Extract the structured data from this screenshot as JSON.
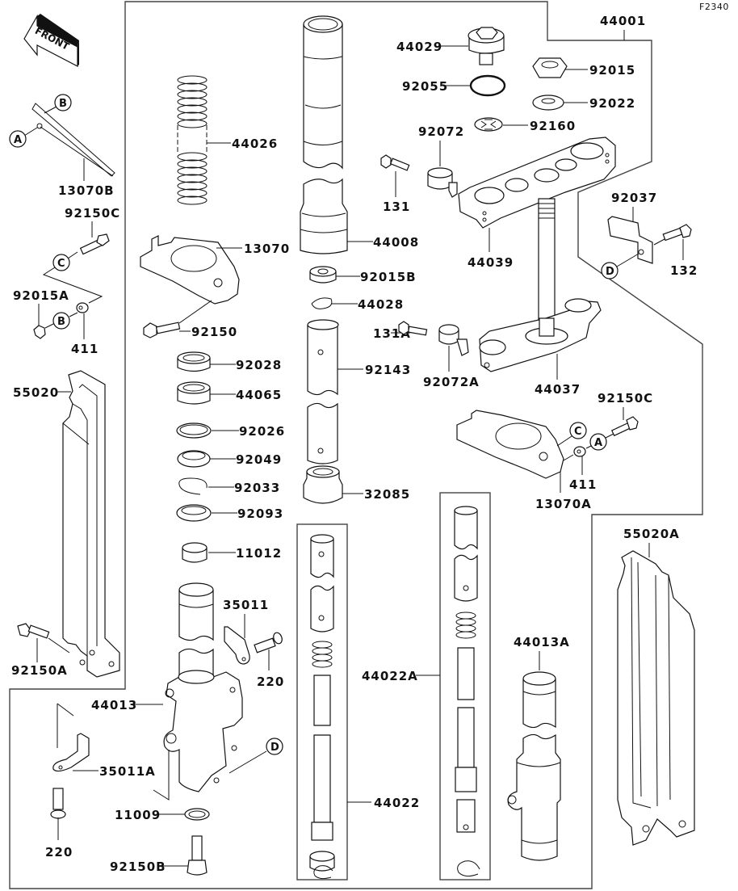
{
  "figure_id": "F2340",
  "front_indicator": "FRONT",
  "reference_markers": [
    "A",
    "B",
    "C",
    "D"
  ],
  "parts": {
    "p44001": "44001",
    "p44029": "44029",
    "p92055": "92055",
    "p92015": "92015",
    "p92022": "92022",
    "p92160": "92160",
    "p92072": "92072",
    "p131": "131",
    "p44039": "44039",
    "p92037": "92037",
    "p132": "132",
    "p44026": "44026",
    "p13070B": "13070B",
    "p92150C_left": "92150C",
    "p92015A": "92015A",
    "p411_left": "411",
    "p13070": "13070",
    "p92150": "92150",
    "p44008": "44008",
    "p92015B": "92015B",
    "p44028": "44028",
    "p131A": "131A",
    "p92072A": "92072A",
    "p44037": "44037",
    "p92143": "92143",
    "p92028": "92028",
    "p44065": "44065",
    "p92026": "92026",
    "p92049": "92049",
    "p92033": "92033",
    "p92093": "92093",
    "p11012": "11012",
    "p32085": "32085",
    "p55020": "55020",
    "p92150C_right": "92150C",
    "p411_right": "411",
    "p13070A": "13070A",
    "p55020A": "55020A",
    "p35011": "35011",
    "p220_top": "220",
    "p44013": "44013",
    "p35011A": "35011A",
    "p220_bottom": "220",
    "p11009": "11009",
    "p92150B": "92150B",
    "p92150A": "92150A",
    "p44022A": "44022A",
    "p44022": "44022",
    "p44013A": "44013A"
  }
}
